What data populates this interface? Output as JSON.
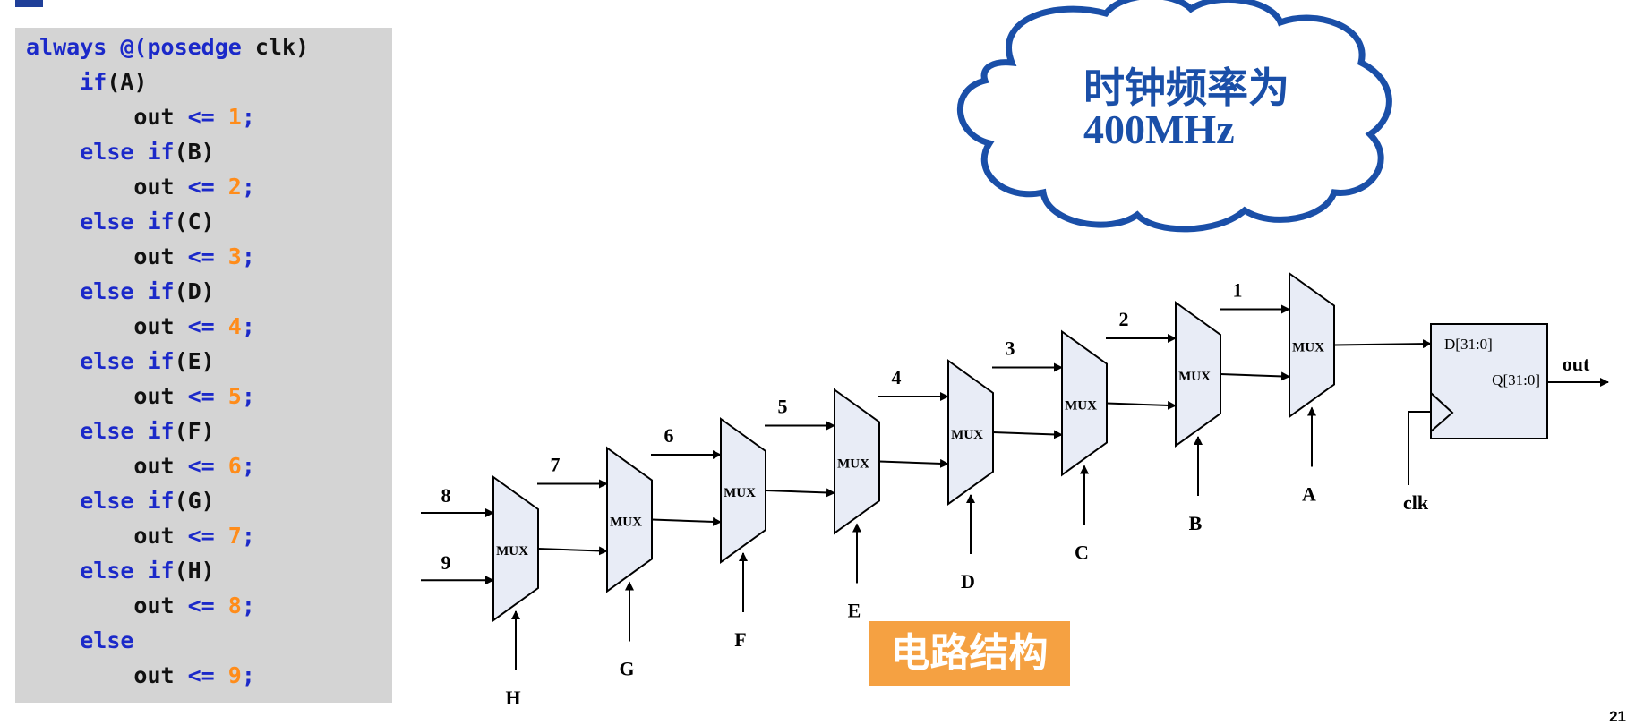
{
  "code": [
    [
      {
        "t": "always @(posedge ",
        "k": "kw"
      },
      {
        "t": "clk)",
        "k": "p"
      }
    ],
    [
      {
        "t": "    ",
        "k": "p"
      },
      {
        "t": "if",
        "k": "kw"
      },
      {
        "t": "(A)",
        "k": "p"
      }
    ],
    [
      {
        "t": "        out ",
        "k": "p"
      },
      {
        "t": "<=",
        "k": "kw"
      },
      {
        "t": " ",
        "k": "p"
      },
      {
        "t": "1",
        "k": "num"
      },
      {
        "t": ";",
        "k": "kw"
      }
    ],
    [
      {
        "t": "    ",
        "k": "p"
      },
      {
        "t": "else if",
        "k": "kw"
      },
      {
        "t": "(B)",
        "k": "p"
      }
    ],
    [
      {
        "t": "        out ",
        "k": "p"
      },
      {
        "t": "<=",
        "k": "kw"
      },
      {
        "t": " ",
        "k": "p"
      },
      {
        "t": "2",
        "k": "num"
      },
      {
        "t": ";",
        "k": "kw"
      }
    ],
    [
      {
        "t": "    ",
        "k": "p"
      },
      {
        "t": "else if",
        "k": "kw"
      },
      {
        "t": "(C)",
        "k": "p"
      }
    ],
    [
      {
        "t": "        out ",
        "k": "p"
      },
      {
        "t": "<=",
        "k": "kw"
      },
      {
        "t": " ",
        "k": "p"
      },
      {
        "t": "3",
        "k": "num"
      },
      {
        "t": ";",
        "k": "kw"
      }
    ],
    [
      {
        "t": "    ",
        "k": "p"
      },
      {
        "t": "else if",
        "k": "kw"
      },
      {
        "t": "(D)",
        "k": "p"
      }
    ],
    [
      {
        "t": "        out ",
        "k": "p"
      },
      {
        "t": "<=",
        "k": "kw"
      },
      {
        "t": " ",
        "k": "p"
      },
      {
        "t": "4",
        "k": "num"
      },
      {
        "t": ";",
        "k": "kw"
      }
    ],
    [
      {
        "t": "    ",
        "k": "p"
      },
      {
        "t": "else if",
        "k": "kw"
      },
      {
        "t": "(E)",
        "k": "p"
      }
    ],
    [
      {
        "t": "        out ",
        "k": "p"
      },
      {
        "t": "<=",
        "k": "kw"
      },
      {
        "t": " ",
        "k": "p"
      },
      {
        "t": "5",
        "k": "num"
      },
      {
        "t": ";",
        "k": "kw"
      }
    ],
    [
      {
        "t": "    ",
        "k": "p"
      },
      {
        "t": "else if",
        "k": "kw"
      },
      {
        "t": "(F)",
        "k": "p"
      }
    ],
    [
      {
        "t": "        out ",
        "k": "p"
      },
      {
        "t": "<=",
        "k": "kw"
      },
      {
        "t": " ",
        "k": "p"
      },
      {
        "t": "6",
        "k": "num"
      },
      {
        "t": ";",
        "k": "kw"
      }
    ],
    [
      {
        "t": "    ",
        "k": "p"
      },
      {
        "t": "else if",
        "k": "kw"
      },
      {
        "t": "(G)",
        "k": "p"
      }
    ],
    [
      {
        "t": "        out ",
        "k": "p"
      },
      {
        "t": "<=",
        "k": "kw"
      },
      {
        "t": " ",
        "k": "p"
      },
      {
        "t": "7",
        "k": "num"
      },
      {
        "t": ";",
        "k": "kw"
      }
    ],
    [
      {
        "t": "    ",
        "k": "p"
      },
      {
        "t": "else if",
        "k": "kw"
      },
      {
        "t": "(H)",
        "k": "p"
      }
    ],
    [
      {
        "t": "        out ",
        "k": "p"
      },
      {
        "t": "<=",
        "k": "kw"
      },
      {
        "t": " ",
        "k": "p"
      },
      {
        "t": "8",
        "k": "num"
      },
      {
        "t": ";",
        "k": "kw"
      }
    ],
    [
      {
        "t": "    ",
        "k": "p"
      },
      {
        "t": "else",
        "k": "kw"
      }
    ],
    [
      {
        "t": "        out ",
        "k": "p"
      },
      {
        "t": "<=",
        "k": "kw"
      },
      {
        "t": " ",
        "k": "p"
      },
      {
        "t": "9",
        "k": "num"
      },
      {
        "t": ";",
        "k": "kw"
      }
    ]
  ],
  "cloud": {
    "line1": "时钟频率为",
    "line2": "400MHz"
  },
  "mux_label": "MUX",
  "mux_stages": [
    {
      "sel": "H",
      "data_in": [
        "8",
        "9"
      ]
    },
    {
      "sel": "G",
      "data_in": [
        "7"
      ]
    },
    {
      "sel": "F",
      "data_in": [
        "6"
      ]
    },
    {
      "sel": "E",
      "data_in": [
        "5"
      ]
    },
    {
      "sel": "D",
      "data_in": [
        "4"
      ]
    },
    {
      "sel": "C",
      "data_in": [
        "3"
      ]
    },
    {
      "sel": "B",
      "data_in": [
        "2"
      ]
    },
    {
      "sel": "A",
      "data_in": [
        "1"
      ]
    }
  ],
  "register": {
    "d_label": "D[31:0]",
    "q_label": "Q[31:0]",
    "clk_label": "clk",
    "out_label": "out"
  },
  "badge": "电路结构",
  "page_number": "21",
  "colors": {
    "mux_fill": "#e8ecf6",
    "cloud_stroke": "#1a4fa8",
    "badge_fill": "#f5a142",
    "keyword": "#1b29c9",
    "number": "#ff8c1a",
    "code_bg": "#d4d4d4"
  }
}
